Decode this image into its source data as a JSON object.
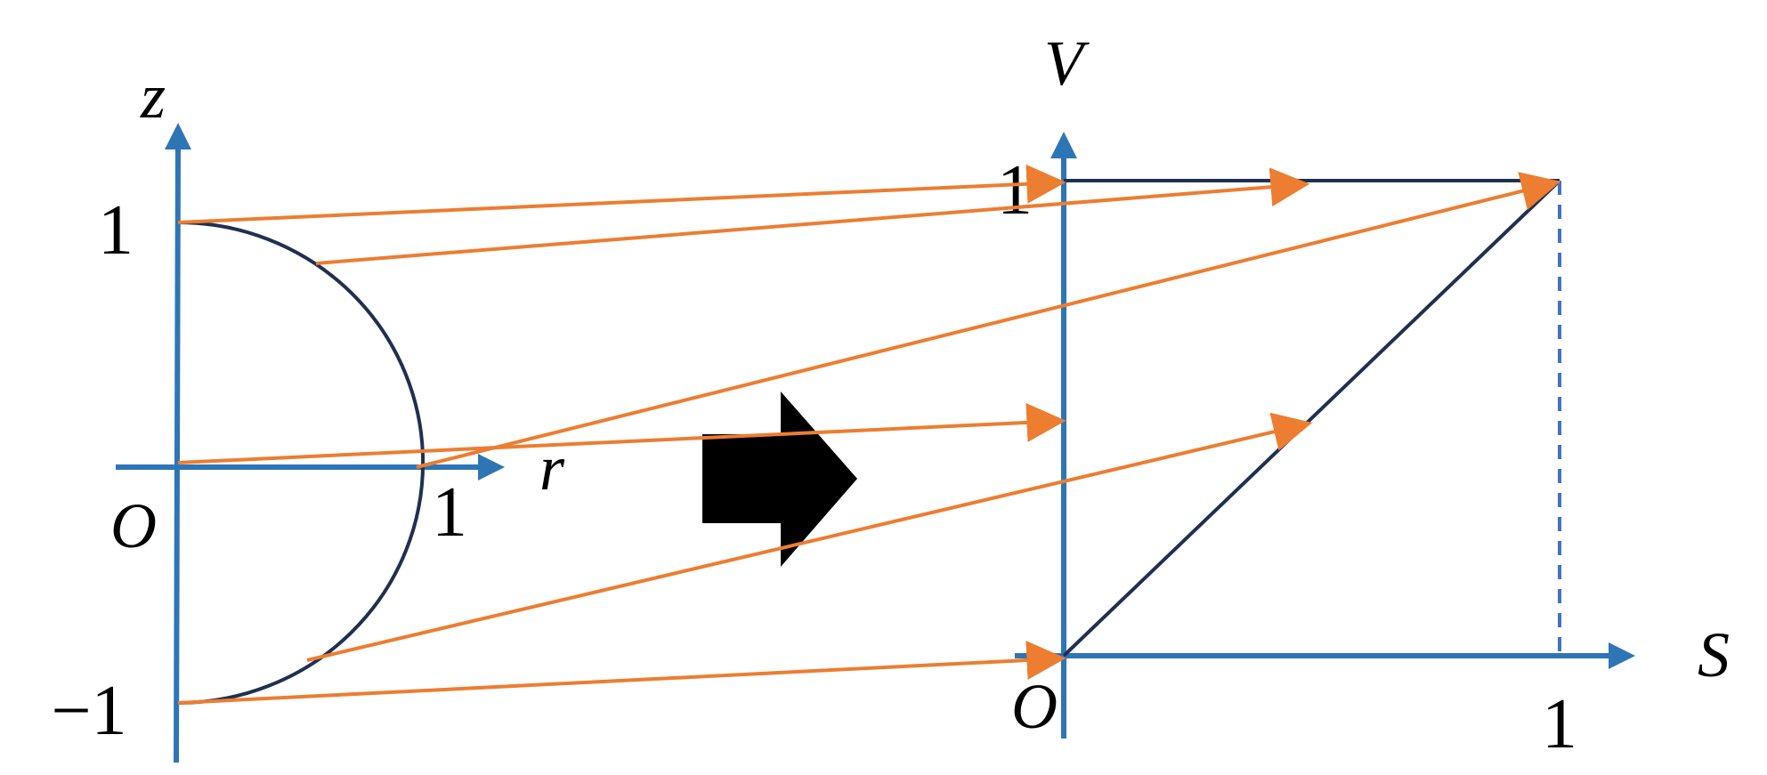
{
  "left_plot": {
    "axes": {
      "horizontal": {
        "label": "r"
      },
      "vertical": {
        "label": "z"
      },
      "origin": "O"
    },
    "ticks": {
      "r_one": "1",
      "z_one": "1",
      "z_minus_one": "−1"
    }
  },
  "right_plot": {
    "axes": {
      "horizontal": {
        "label": "S"
      },
      "vertical": {
        "label": "V"
      },
      "origin": "O"
    },
    "ticks": {
      "s_one": "1",
      "v_one": "1"
    }
  },
  "colors": {
    "axis": "#2e75b6",
    "curve": "#1f3050",
    "mapping_arrow": "#ed7d31",
    "big_arrow": "#000000",
    "dashed_line": "#4472c4"
  },
  "icons": {
    "big_arrow": "right-arrow-icon"
  }
}
